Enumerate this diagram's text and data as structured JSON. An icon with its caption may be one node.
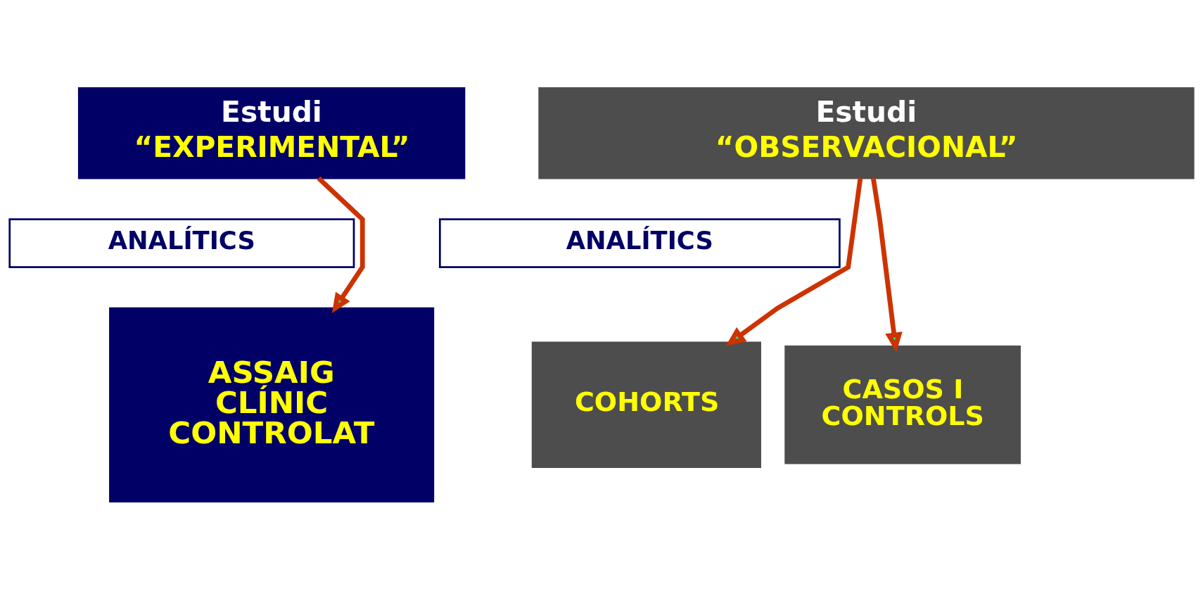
{
  "diagram": {
    "nodes": [
      {
        "text": [
          "Estudi",
          "“EXPERIMENTAL”"
        ]
      },
      {
        "text": [
          "Estudi",
          "“OBSERVACIONAL”"
        ]
      },
      {
        "text": [
          "ANALÍTICS"
        ]
      },
      {
        "text": [
          "ANALÍTICS"
        ]
      },
      {
        "text": [
          "ASSAIG CLÍNIC CONTROLAT"
        ]
      },
      {
        "text": [
          "COHORTS"
        ]
      },
      {
        "text": [
          "CASOS I CONTROLS"
        ]
      }
    ],
    "edges": [
      {
        "from": 0,
        "to": 4,
        "arrow": "to"
      },
      {
        "from": 1,
        "to": 5,
        "arrow": "to"
      },
      {
        "from": 1,
        "to": 6,
        "arrow": "to"
      }
    ]
  }
}
